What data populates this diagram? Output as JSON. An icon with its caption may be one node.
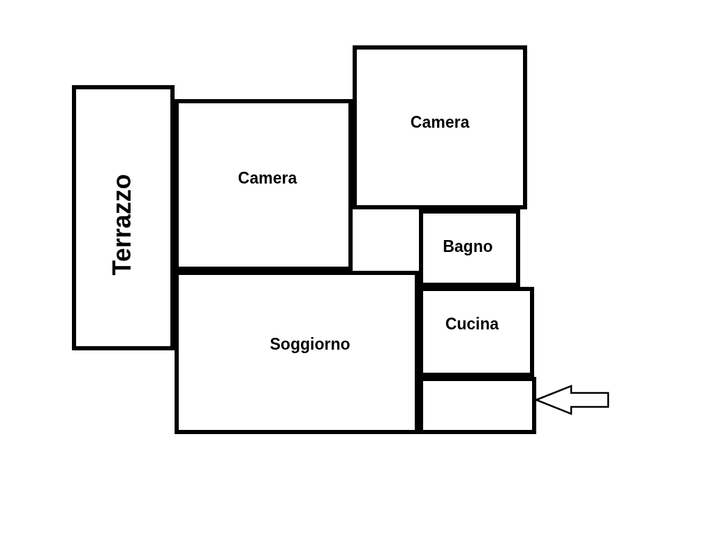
{
  "diagram": {
    "nodes": [
      {
        "text": [
          "Camera"
        ]
      },
      {
        "text": [
          "Camera"
        ]
      },
      {
        "text": [
          "Bagno"
        ]
      },
      {
        "text": [
          "Terrazzo"
        ]
      },
      {
        "text": [
          "Cucina"
        ]
      },
      {
        "text": [
          "Soggiorno"
        ]
      }
    ]
  }
}
